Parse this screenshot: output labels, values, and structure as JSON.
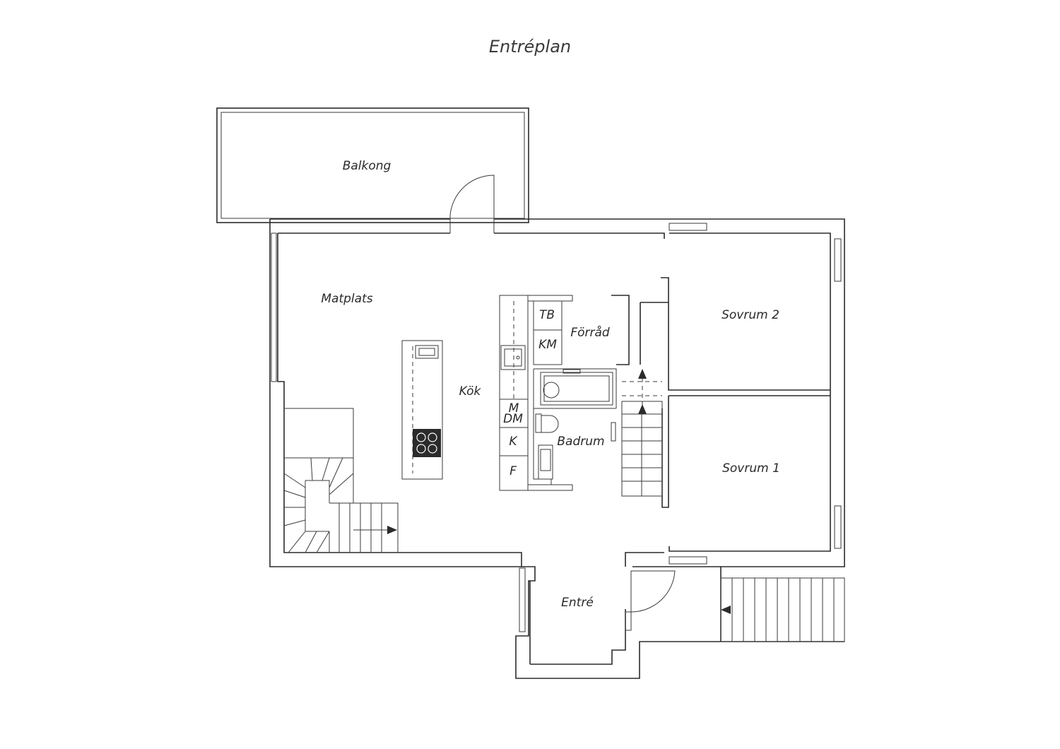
{
  "title": "Entréplan",
  "rooms": {
    "balkong": "Balkong",
    "matplats": "Matplats",
    "kok": "Kök",
    "forrad": "Förråd",
    "sovrum2": "Sovrum 2",
    "sovrum1": "Sovrum 1",
    "badrum": "Badrum",
    "entre": "Entré"
  },
  "appliances": {
    "tb": "TB",
    "km": "KM",
    "m": "M",
    "dm": "DM",
    "k": "K",
    "f": "F"
  },
  "icons": [
    "stove-icon",
    "sink-icon",
    "bathtub-icon",
    "toilet-icon",
    "washbasin-icon",
    "stair-arrow-icon",
    "door-swing-icon"
  ]
}
